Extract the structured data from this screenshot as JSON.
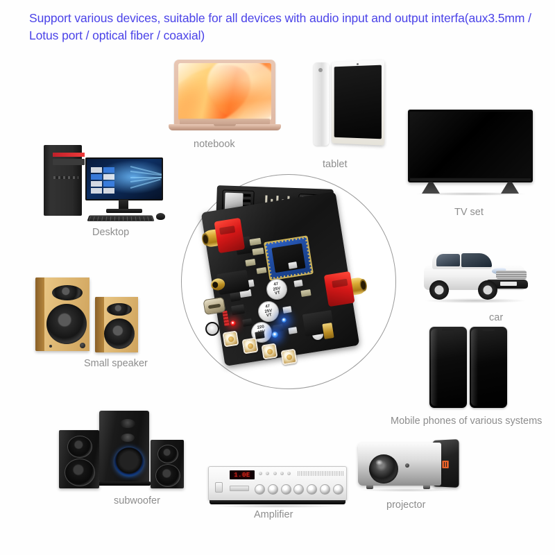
{
  "header": {
    "headline": "Support various devices, suitable for all devices with audio input and output interfa(aux3.5mm / Lotus port / optical fiber / coaxial)",
    "headline_color": "#4a42e8"
  },
  "caption_color": "#8d8d8d",
  "devices": [
    {
      "id": "notebook",
      "label": "notebook"
    },
    {
      "id": "tablet",
      "label": "tablet"
    },
    {
      "id": "tv-set",
      "label": "TV set"
    },
    {
      "id": "desktop",
      "label": "Desktop"
    },
    {
      "id": "car",
      "label": "car"
    },
    {
      "id": "mobile-phones",
      "label": "Mobile phones of various systems"
    },
    {
      "id": "small-speaker",
      "label": "Small speaker"
    },
    {
      "id": "subwoofer",
      "label": "subwoofer"
    },
    {
      "id": "amplifier",
      "label": "Amplifier"
    },
    {
      "id": "projector",
      "label": "projector"
    }
  ],
  "board": {
    "name": "bluetooth-audio-receiver-board",
    "capacitors": [
      {
        "value": "47",
        "voltage": "25V",
        "mark": "VT"
      },
      {
        "value": "47",
        "voltage": "25V",
        "mark": "VT"
      },
      {
        "value": "220",
        "voltage": "10V",
        "mark": "VT"
      }
    ],
    "leds": [
      {
        "name": "power-led",
        "color": "#ff3030"
      },
      {
        "name": "bluetooth-led",
        "color": "#2a78ff"
      }
    ],
    "connector_colors": {
      "rca_red": "#d81818",
      "rca_gold": "#d9a832",
      "pcb_black": "#141414"
    }
  },
  "amplifier_display": "1.0E"
}
